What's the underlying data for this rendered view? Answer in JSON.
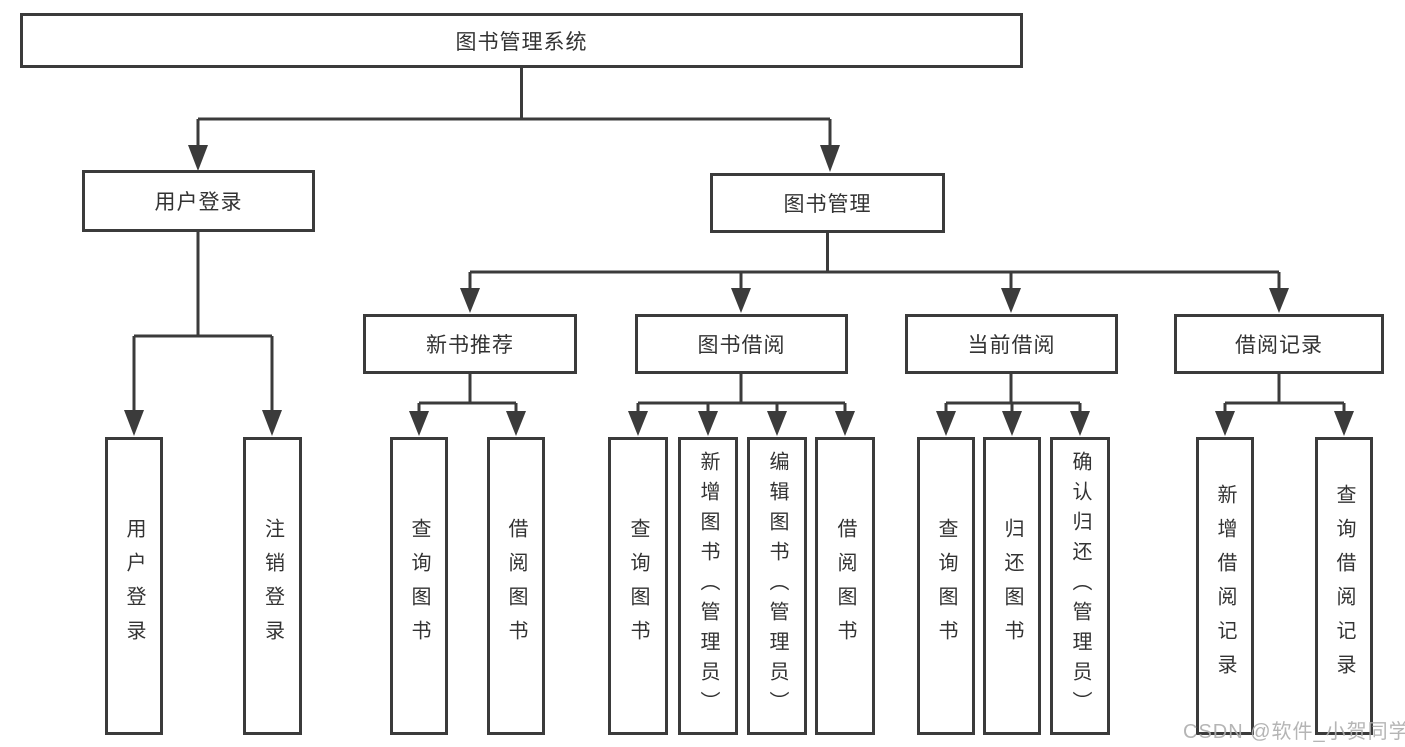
{
  "diagram": {
    "root": {
      "label": "图书管理系统"
    },
    "level2": [
      {
        "label": "用户登录"
      },
      {
        "label": "图书管理"
      }
    ],
    "level3": [
      {
        "label": "新书推荐"
      },
      {
        "label": "图书借阅"
      },
      {
        "label": "当前借阅"
      },
      {
        "label": "借阅记录"
      }
    ],
    "leaves": [
      {
        "label": "用户登录",
        "parent": "用户登录"
      },
      {
        "label": "注销登录",
        "parent": "用户登录"
      },
      {
        "label": "查询图书",
        "parent": "新书推荐"
      },
      {
        "label": "借阅图书",
        "parent": "新书推荐"
      },
      {
        "label": "查询图书",
        "parent": "图书借阅"
      },
      {
        "label": "新增图书（管理员）",
        "parent": "图书借阅"
      },
      {
        "label": "编辑图书（管理员）",
        "parent": "图书借阅"
      },
      {
        "label": "借阅图书",
        "parent": "图书借阅"
      },
      {
        "label": "查询图书",
        "parent": "当前借阅"
      },
      {
        "label": "归还图书",
        "parent": "当前借阅"
      },
      {
        "label": "确认归还（管理员）",
        "parent": "当前借阅"
      },
      {
        "label": "新增借阅记录",
        "parent": "借阅记录"
      },
      {
        "label": "查询借阅记录",
        "parent": "借阅记录"
      }
    ]
  },
  "watermark": "CSDN @软件_小贺同学",
  "colors": {
    "line": "#3b3b3b",
    "box_border": "#3b3b3b",
    "text": "#333333",
    "watermark": "#afafaf",
    "background": "#ffffff"
  }
}
